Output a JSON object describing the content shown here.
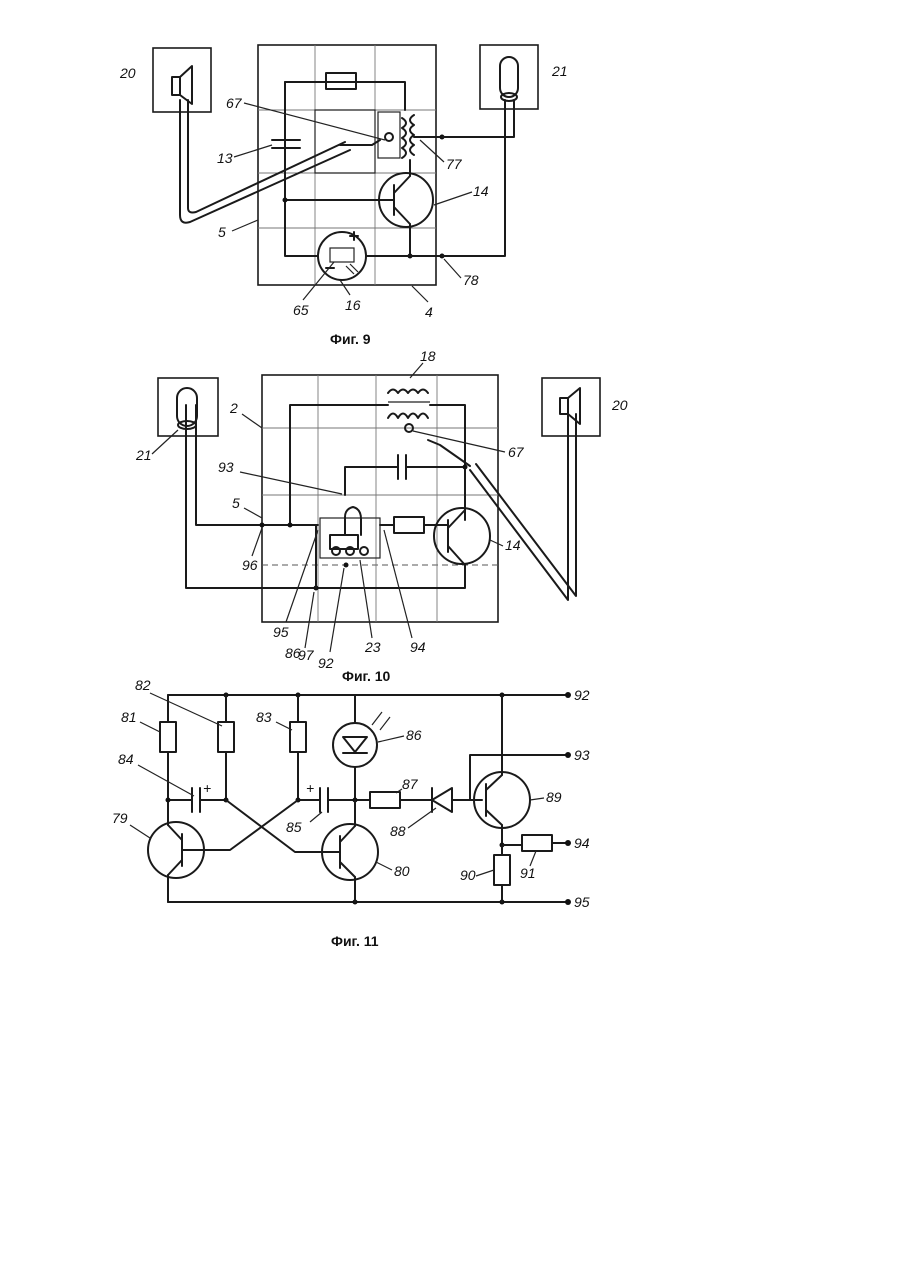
{
  "fig9": {
    "caption": "Фиг. 9",
    "labels": {
      "l20": "20",
      "l21": "21",
      "l67": "67",
      "l13": "13",
      "l77": "77",
      "l14": "14",
      "l5": "5",
      "l78": "78",
      "l65": "65",
      "l16": "16",
      "l4": "4"
    }
  },
  "fig10": {
    "caption": "Фиг. 10",
    "labels": {
      "l18": "18",
      "l2": "2",
      "l20": "20",
      "l21": "21",
      "l67": "67",
      "l93": "93",
      "l5": "5",
      "l96": "96",
      "l14": "14",
      "l95": "95",
      "l86": "86",
      "l97": "97",
      "l92": "92",
      "l23": "23",
      "l94": "94"
    }
  },
  "fig11": {
    "caption": "Фиг. 11",
    "labels": {
      "l82": "82",
      "l81": "81",
      "l83": "83",
      "l86": "86",
      "l84": "84",
      "l85": "85",
      "l87": "87",
      "l88": "88",
      "l89": "89",
      "l79": "79",
      "l80": "80",
      "l90": "90",
      "l91": "91",
      "t92": "92",
      "t93": "93",
      "t94": "94",
      "t95": "95"
    }
  }
}
